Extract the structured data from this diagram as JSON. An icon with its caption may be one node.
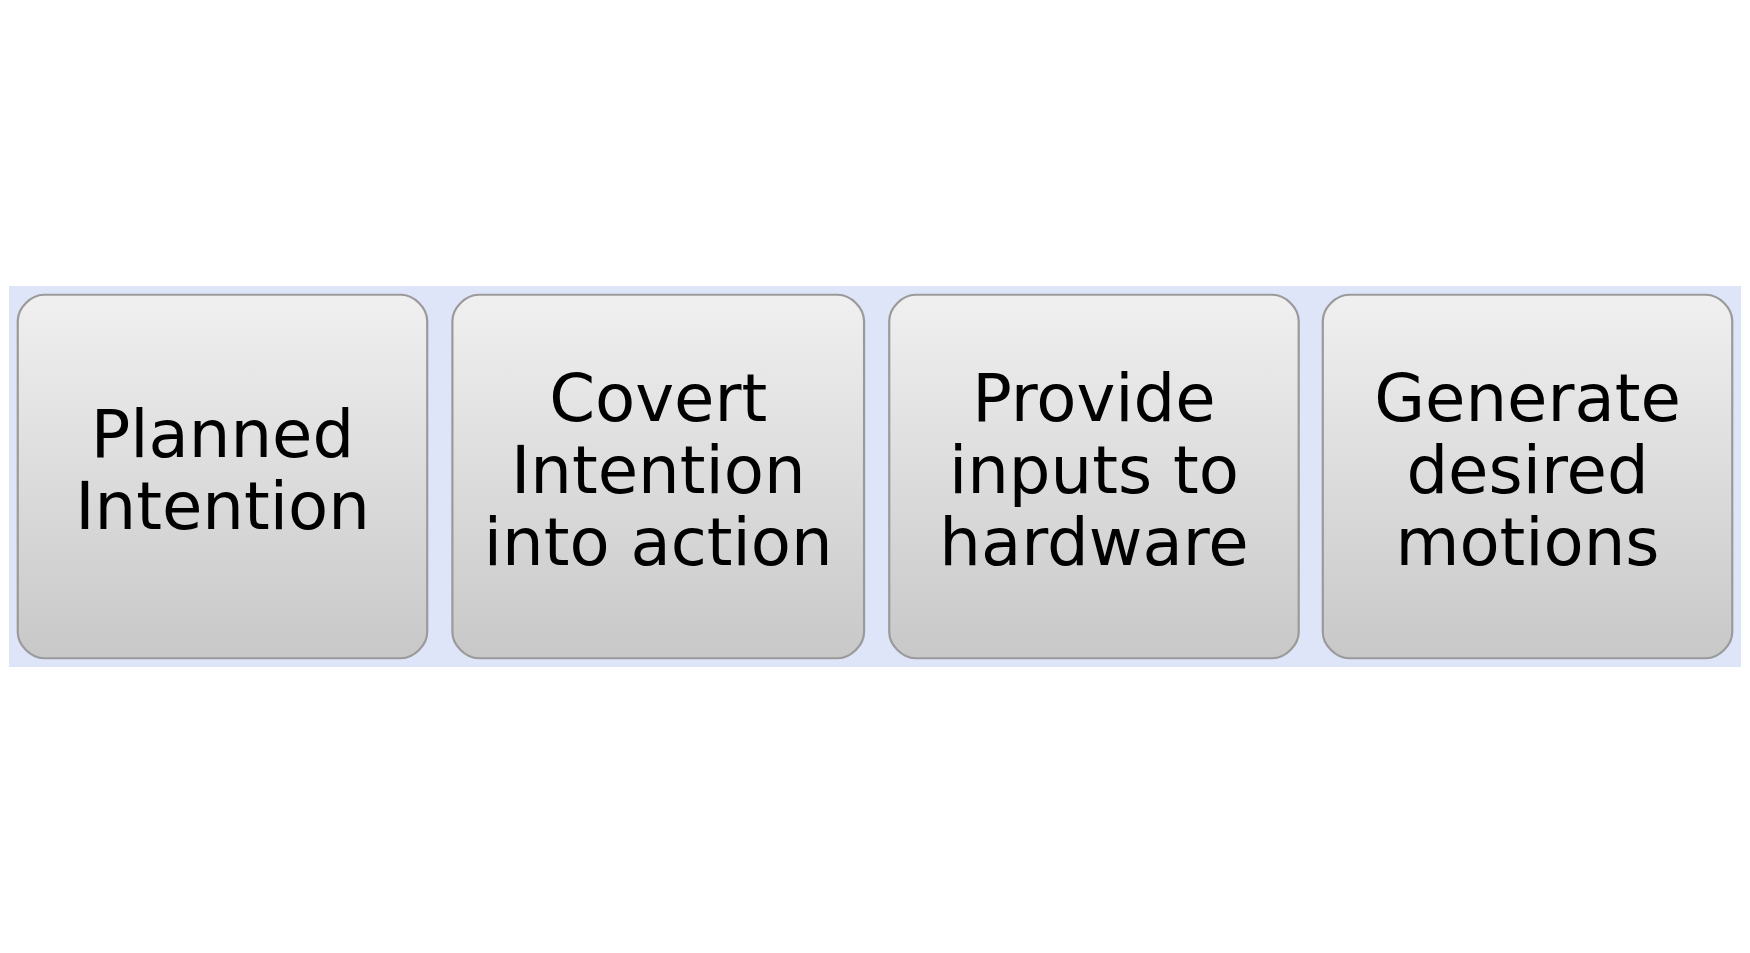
{
  "diagram": {
    "nodes": [
      {
        "text": [
          "Planned Intention"
        ]
      },
      {
        "text": [
          "Covert Intention into action"
        ]
      },
      {
        "text": [
          "Provide inputs to hardware"
        ]
      },
      {
        "text": [
          "Generate desired motions"
        ]
      }
    ]
  }
}
